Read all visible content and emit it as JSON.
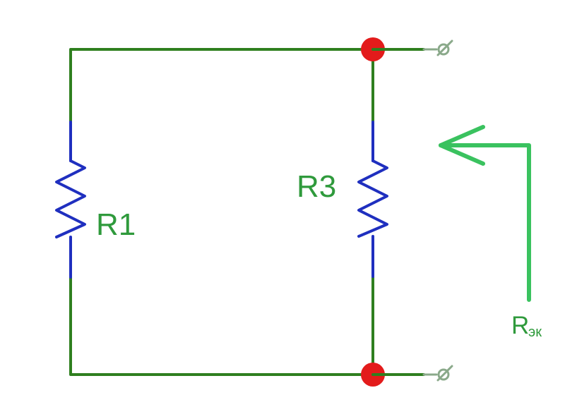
{
  "labels": {
    "r1": "R1",
    "r3": "R3",
    "req_main": "R",
    "req_sub": "эк"
  },
  "colors": {
    "wire": "#2f7f1f",
    "resistor": "#1f2fbf",
    "node": "#e31b1b",
    "label": "#2f9a3c",
    "arrow": "#3ac25f"
  },
  "icons": {
    "resistor": "zigzag-resistor-icon",
    "node": "red-node-dot-icon",
    "terminal": "open-terminal-icon",
    "arrow": "equivalent-resistance-arrow-icon"
  }
}
